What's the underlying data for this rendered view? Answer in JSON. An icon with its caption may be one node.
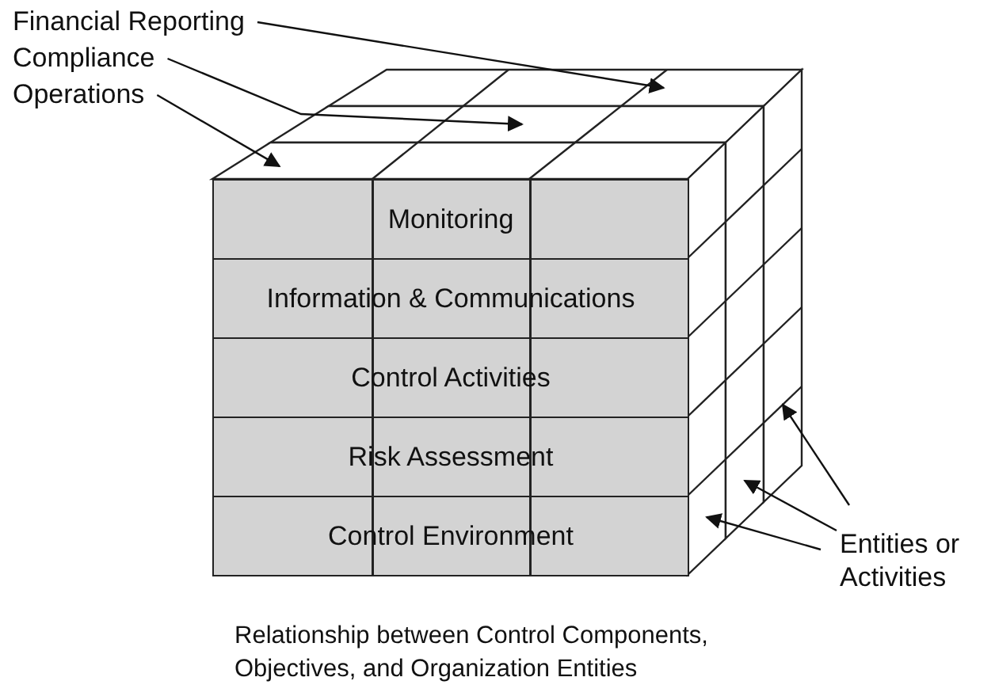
{
  "diagram": {
    "caption": "Relationship between Control Components, Objectives, and Organization Entities",
    "nodes": [
      {
        "text": [
          "Financial Reporting"
        ]
      },
      {
        "text": [
          "Compliance"
        ]
      },
      {
        "text": [
          "Operations"
        ]
      },
      {
        "text": [],
        "shape": "box"
      },
      {
        "text": [],
        "shape": "box"
      },
      {
        "text": [],
        "shape": "box"
      },
      {
        "text": [
          "Monitoring"
        ]
      },
      {
        "text": [
          "Information & Communications"
        ]
      },
      {
        "text": [
          "Control Activities"
        ]
      },
      {
        "text": [
          "Risk Assessment"
        ]
      },
      {
        "text": [
          "Control Environment"
        ]
      },
      {
        "text": [],
        "shape": "box"
      },
      {
        "text": [],
        "shape": "box"
      },
      {
        "text": [],
        "shape": "box"
      },
      {
        "text": [
          "Entities or Activities"
        ]
      }
    ],
    "edges": [
      {
        "from": 0,
        "to": 3,
        "arrow": "to"
      },
      {
        "from": 1,
        "to": 4,
        "arrow": "to"
      },
      {
        "from": 2,
        "to": 5,
        "arrow": "to"
      },
      {
        "from": 14,
        "to": 11,
        "arrow": "to"
      },
      {
        "from": 14,
        "to": 12,
        "arrow": "to"
      },
      {
        "from": 14,
        "to": 13,
        "arrow": "to"
      }
    ]
  }
}
